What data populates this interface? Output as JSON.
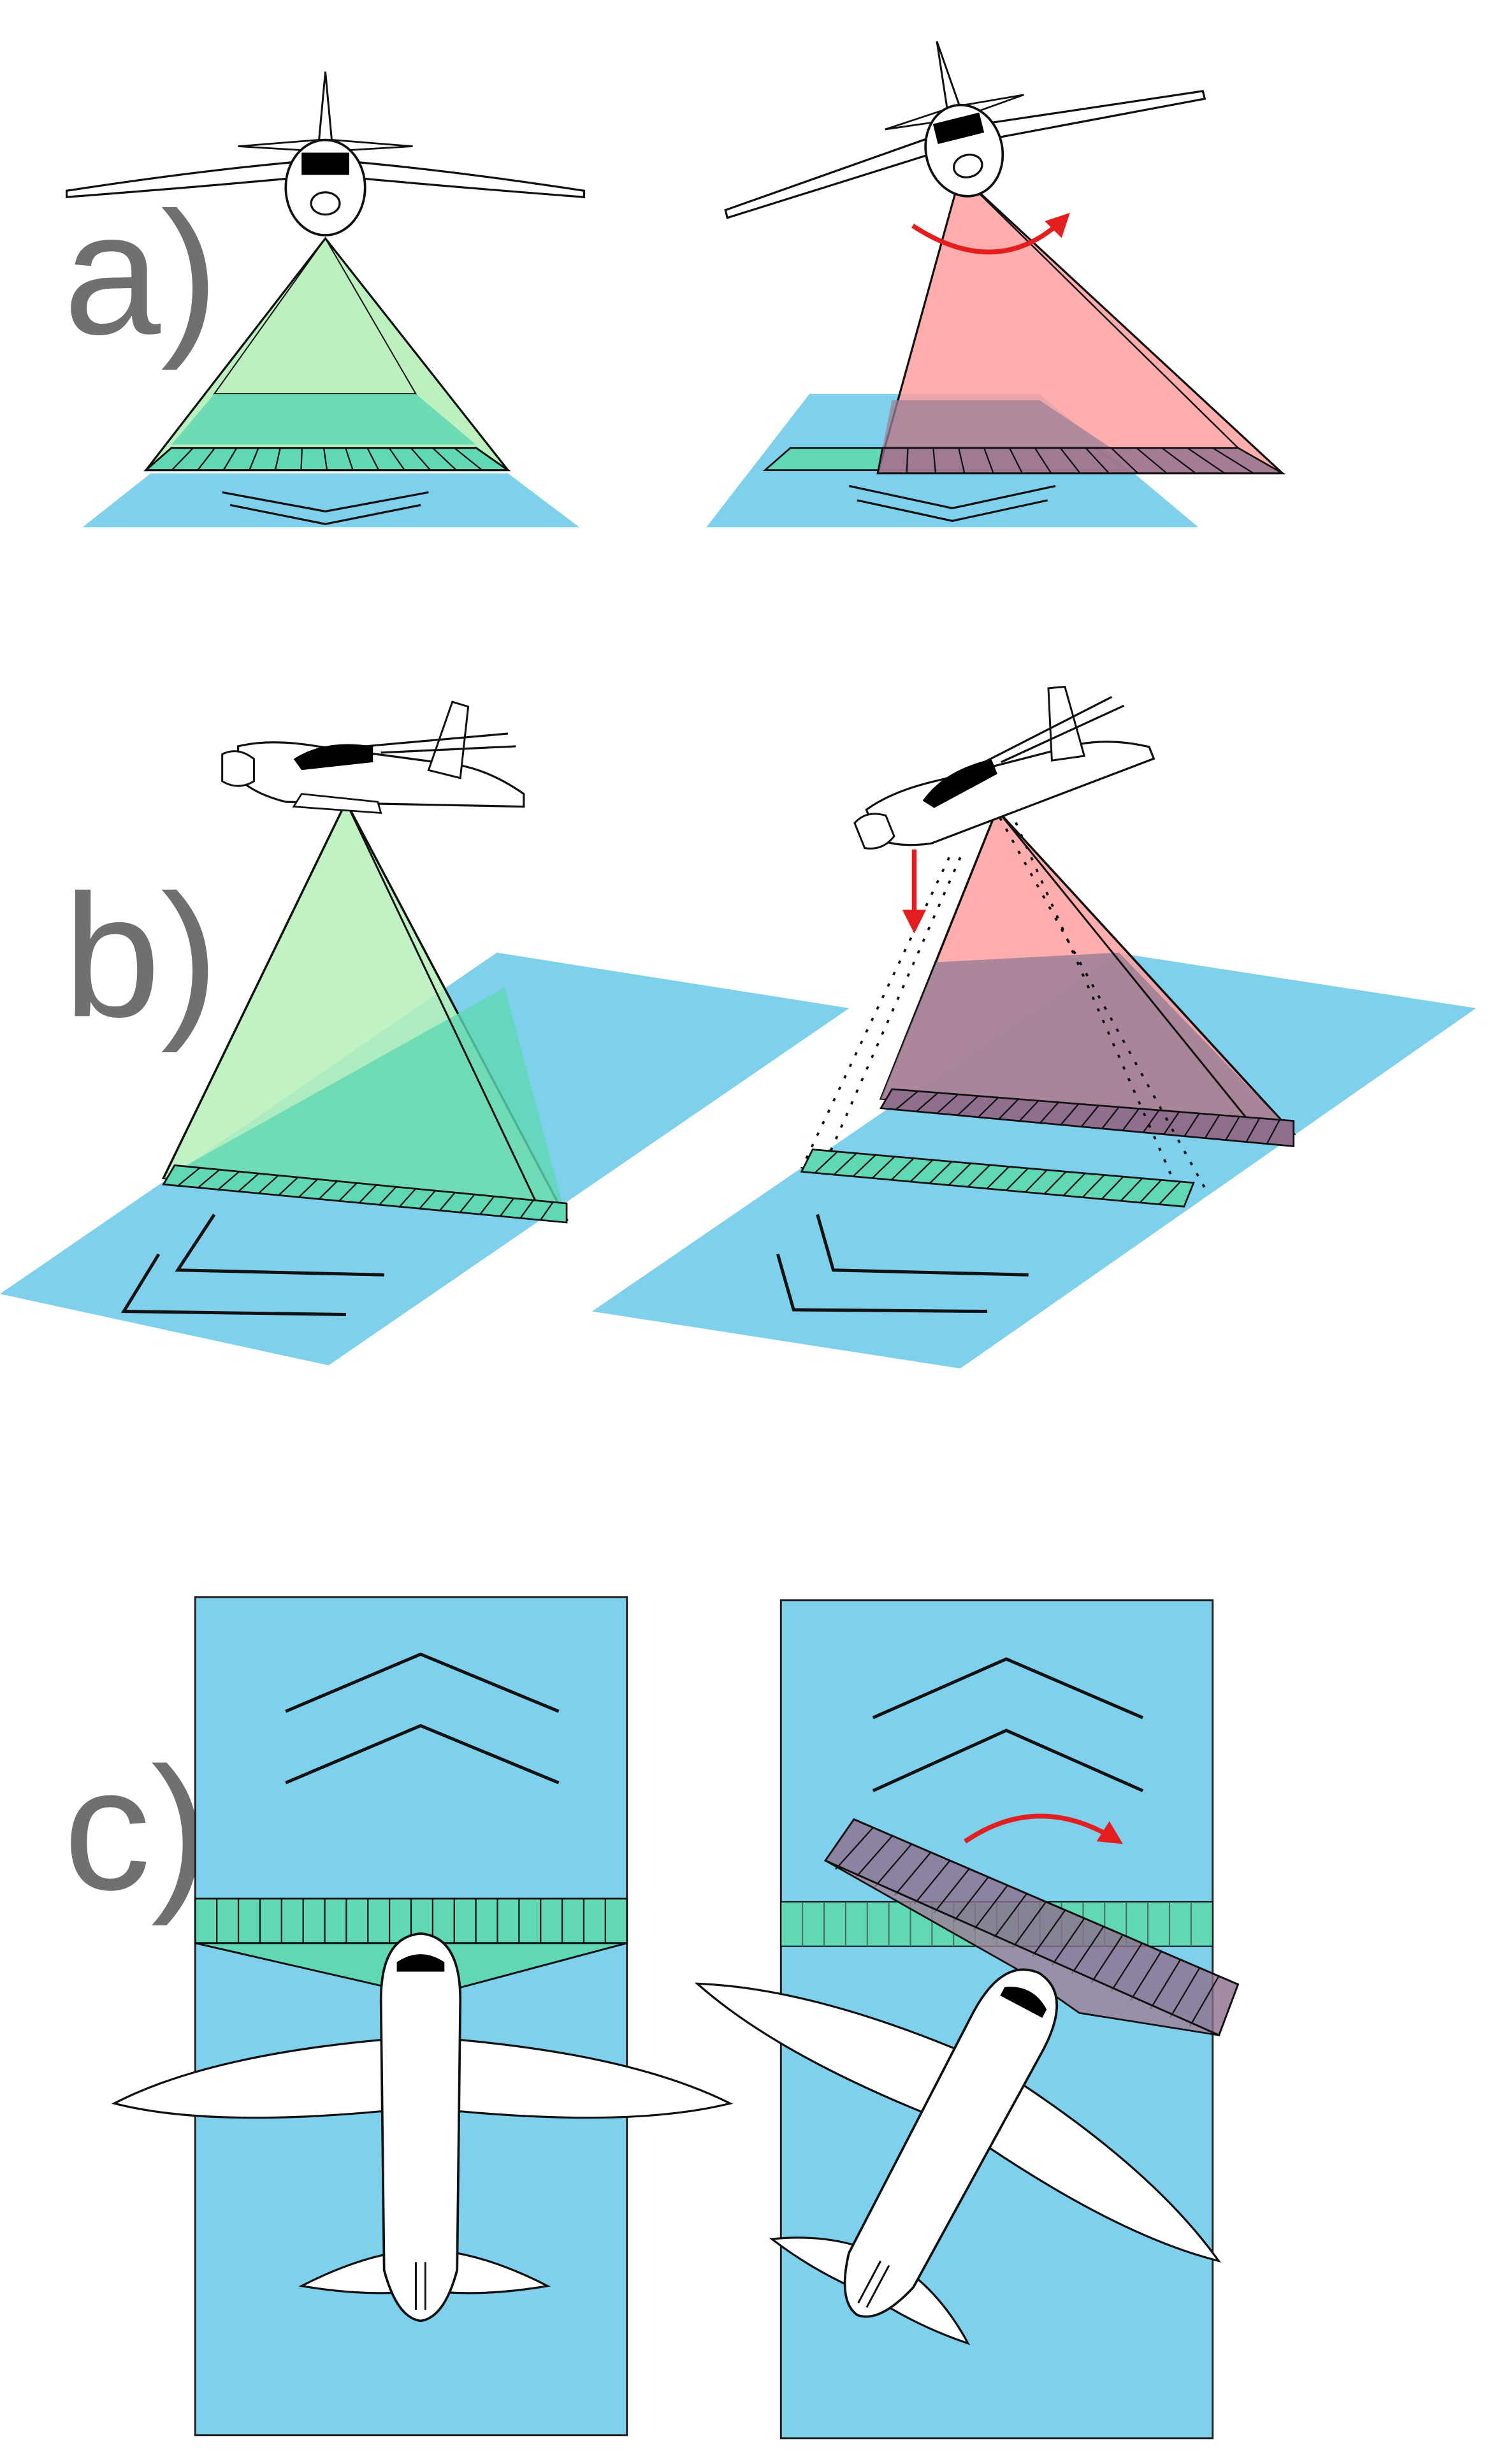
{
  "panels": [
    {
      "label": "a)"
    },
    {
      "label": "b)"
    },
    {
      "label": "c)"
    }
  ],
  "colors": {
    "ground": "#7fd0ec",
    "beam_level": "#b5f0b8",
    "strip_level": "#5fd8b3",
    "beam_rotated": "#ff9f9f",
    "overlap": "#9e7f97",
    "overlap_dark": "#8f6f8d",
    "arrow": "#e41e1e",
    "outline": "#111111"
  }
}
